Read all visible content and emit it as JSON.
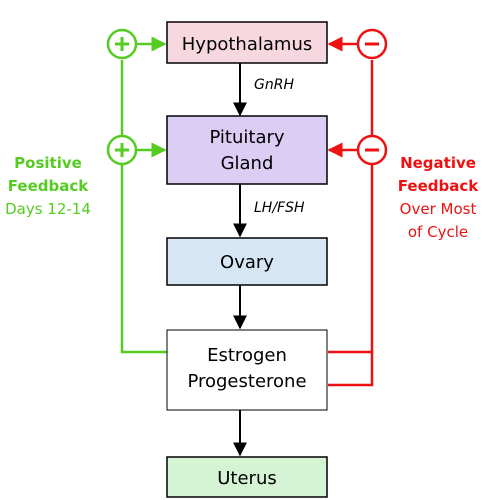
{
  "colors": {
    "positive": "#55cc22",
    "negative": "#ee1111",
    "hypothalamus_fill": "#f8d8e0",
    "pituitary_fill": "#dccdf4",
    "ovary_fill": "#d6e6f4",
    "hormones_fill": "#ffffff",
    "uterus_fill": "#d4f4d4"
  },
  "nodes": {
    "hypothalamus": "Hypothalamus",
    "pituitary_line1": "Pituitary",
    "pituitary_line2": "Gland",
    "ovary": "Ovary",
    "estrogen": "Estrogen",
    "progesterone": "Progesterone",
    "uterus": "Uterus"
  },
  "edges": {
    "gnrh": "GnRH",
    "lh_fsh": "LH/FSH"
  },
  "positive_feedback": {
    "title_line1": "Positive",
    "title_line2": "Feedback",
    "subtitle": "Days 12-14",
    "symbol": "plus-icon"
  },
  "negative_feedback": {
    "title_line1": "Negative",
    "title_line2": "Feedback",
    "subtitle_line1": "Over Most",
    "subtitle_line2": "of Cycle",
    "symbol": "minus-icon"
  }
}
